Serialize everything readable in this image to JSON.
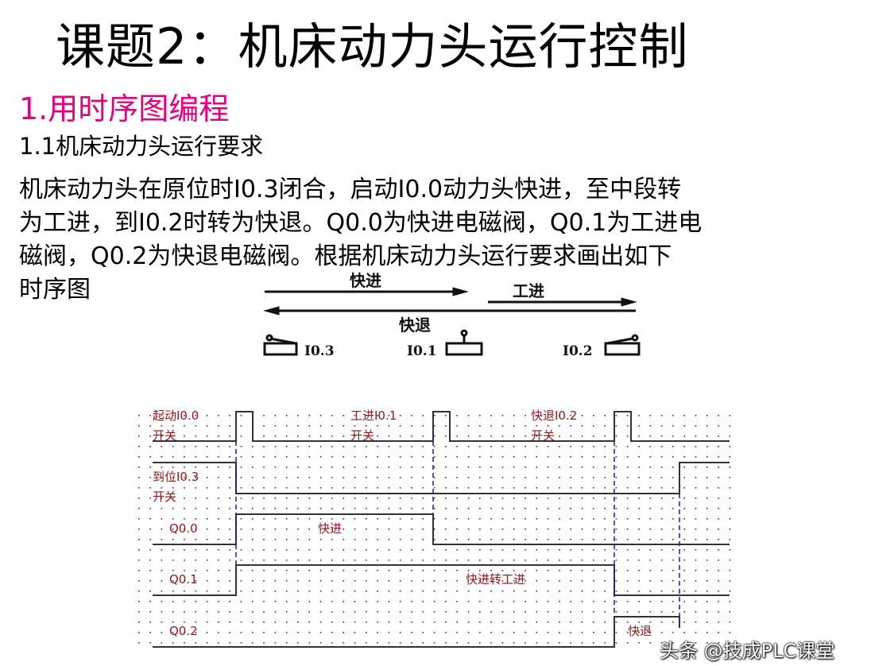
{
  "slide": {
    "title": "课题2：机床动力头运行控制",
    "section": "1.用时序图编程",
    "subsection": "1.1机床动力头运行要求",
    "paragraph_lines": [
      "机床动力头在原位时I0.3闭合，启动I0.0动力头快进，至中段转",
      "为工进，到I0.2时转为快退。Q0.0为快进电磁阀，Q0.1为工进电",
      "磁阀，Q0.2为快退电磁阀。根据机床动力头运行要求画出如下",
      "时序图"
    ]
  },
  "motion_diagram": {
    "fast_forward": "快进",
    "work_feed": "工进",
    "fast_return": "快退",
    "switch_i03": "I0.3",
    "switch_i01": "I0.1",
    "switch_i02": "I0.2"
  },
  "timing_diagram": {
    "label_start_1": "起动I0.0",
    "label_start_2": "开关",
    "label_feed_1": "工进I0.1",
    "label_feed_2": "开关",
    "label_return_1": "快退I0.2",
    "label_return_2": "开关",
    "label_home_1": "到位I0.3",
    "label_home_2": "开关",
    "q00": "Q0.0",
    "q01": "Q0.1",
    "q02": "Q0.2",
    "q00_state": "快进",
    "q01_state": "快进转工进",
    "q02_state": "快退",
    "signal_color": "#000000",
    "label_color": "#8b1a1a",
    "guide_color": "#1a1aa8"
  },
  "watermark": "头条 @技成PLC课堂"
}
